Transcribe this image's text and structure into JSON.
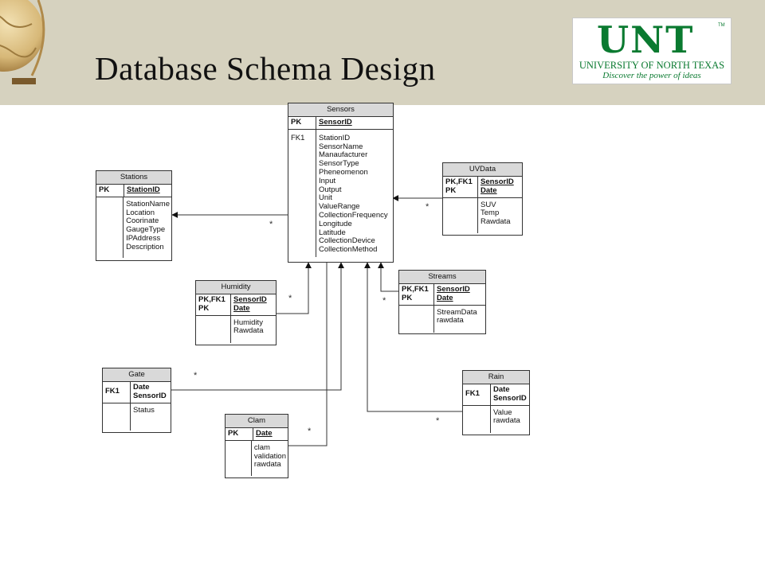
{
  "slide": {
    "title": "Database Schema Design"
  },
  "logo": {
    "letters": "UNT",
    "name": "UNIVERSITY OF NORTH TEXAS",
    "tagline": "Discover the power of ideas"
  },
  "relationship_marker": "*",
  "entities": {
    "sensors": {
      "name": "Sensors",
      "pk_label": "PK",
      "pk_field": "SensorID",
      "fk_label": "FK1",
      "fields": [
        "StationID",
        "SensorName",
        "Manaufacturer",
        "SensorType",
        "Pheneomenon",
        "Input",
        "Output",
        "Unit",
        "ValueRange",
        "CollectionFrequency",
        "Longitude",
        "Latitude",
        "CollectionDevice",
        "CollectionMethod"
      ]
    },
    "stations": {
      "name": "Stations",
      "pk_label": "PK",
      "pk_field": "StationID",
      "fields": [
        "StationName",
        "Location",
        "Coorinate",
        "GaugeType",
        "IPAddress",
        "Description"
      ]
    },
    "uvdata": {
      "name": "UVData",
      "key_labels": [
        "PK,FK1",
        "PK"
      ],
      "key_fields": [
        "SensorID",
        "Date"
      ],
      "fields": [
        "SUV",
        "Temp",
        "Rawdata"
      ]
    },
    "humidity": {
      "name": "Humidity",
      "key_labels": [
        "PK,FK1",
        "PK"
      ],
      "key_fields": [
        "SensorID",
        "Date"
      ],
      "fields": [
        "Humidity",
        "Rawdata"
      ]
    },
    "streams": {
      "name": "Streams",
      "key_labels": [
        "PK,FK1",
        "PK"
      ],
      "key_fields": [
        "SensorID",
        "Date"
      ],
      "fields": [
        "StreamData",
        "rawdata"
      ]
    },
    "gate": {
      "name": "Gate",
      "fk_label": "FK1",
      "key_fields": [
        "Date",
        "SensorID"
      ],
      "fields": [
        "Status"
      ]
    },
    "rain": {
      "name": "Rain",
      "fk_label": "FK1",
      "key_fields": [
        "Date",
        "SensorID"
      ],
      "fields": [
        "Value",
        "rawdata"
      ]
    },
    "clam": {
      "name": "Clam",
      "pk_label": "PK",
      "pk_field": "Date",
      "fields": [
        "clam",
        "validation",
        "rawdata"
      ]
    }
  }
}
